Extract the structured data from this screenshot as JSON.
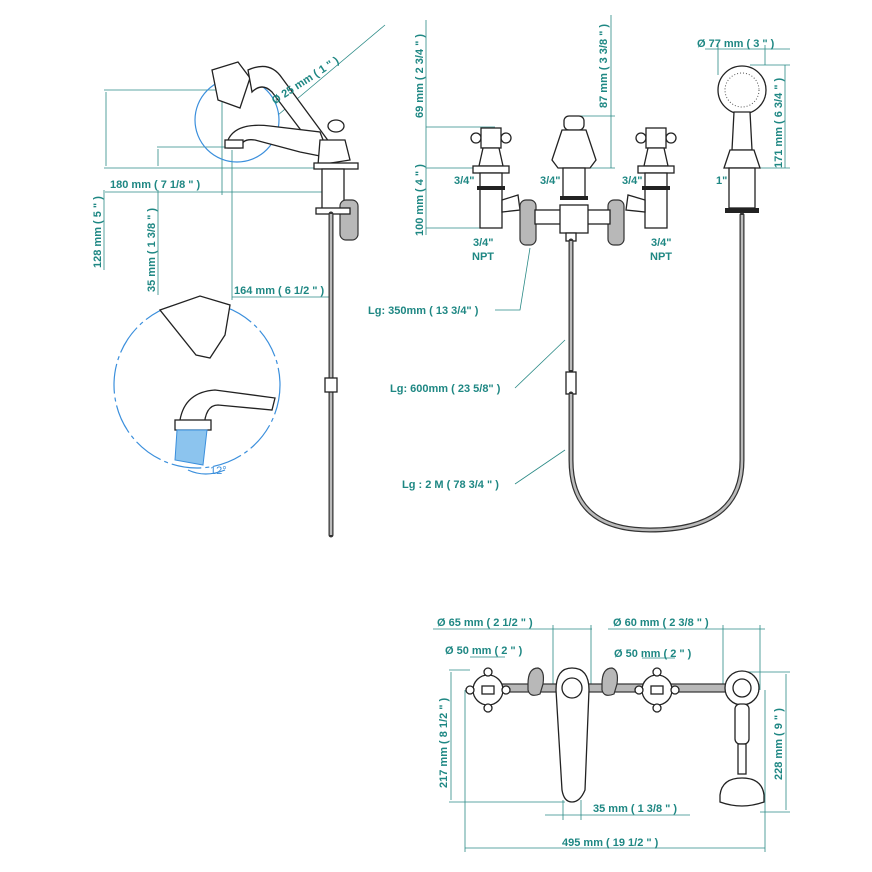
{
  "side_view": {
    "handshower_diameter": "Ø 25 mm ( 1 \" )",
    "spout_reach": "180 mm ( 7 1/8 \" )",
    "overall_height": "128 mm ( 5 \" )",
    "spout_height": "35 mm ( 1 3/8 \" )",
    "spout_to_center": "164 mm ( 6 1/2 \" )",
    "spray_angle": "12°"
  },
  "front_view": {
    "handle_height": "69 mm ( 2 3/4 \" )",
    "valve_body_height": "100 mm ( 4 \" )",
    "spout_height": "87 mm ( 3 3/8 \" )",
    "handshower_diameter": "Ø 77 mm ( 3 \" )",
    "handshower_height": "171 mm ( 6 3/4 \" )",
    "left_valve_size": "3/4\"",
    "spout_size": "3/4\"",
    "right_valve_size": "3/4\"",
    "shower_mount_size": "1\"",
    "left_inlet": "3/4\"",
    "left_inlet_type": "NPT",
    "right_inlet": "3/4\"",
    "right_inlet_type": "NPT",
    "hose_short": "Lg: 350mm  ( 13 3/4\" )",
    "hose_medium": "Lg: 600mm  ( 23 5/8\" )",
    "hose_long": "Lg : 2 M ( 78 3/4 \" )"
  },
  "top_view": {
    "spout_diameter": "Ø 65 mm ( 2 1/2 \" )",
    "left_handle_diameter": "Ø 50 mm ( 2 \" )",
    "right_handle_diameter": "Ø 50 mm ( 2 \" )",
    "shower_base_diameter": "Ø 60 mm ( 2 3/8 \" )",
    "spout_projection": "217 mm ( 8 1/2 \" )",
    "shower_projection": "228 mm ( 9 \" )",
    "spout_width": "35 mm ( 1 3/8 \" )",
    "overall_width": "495 mm ( 19 1/2 \" )"
  }
}
